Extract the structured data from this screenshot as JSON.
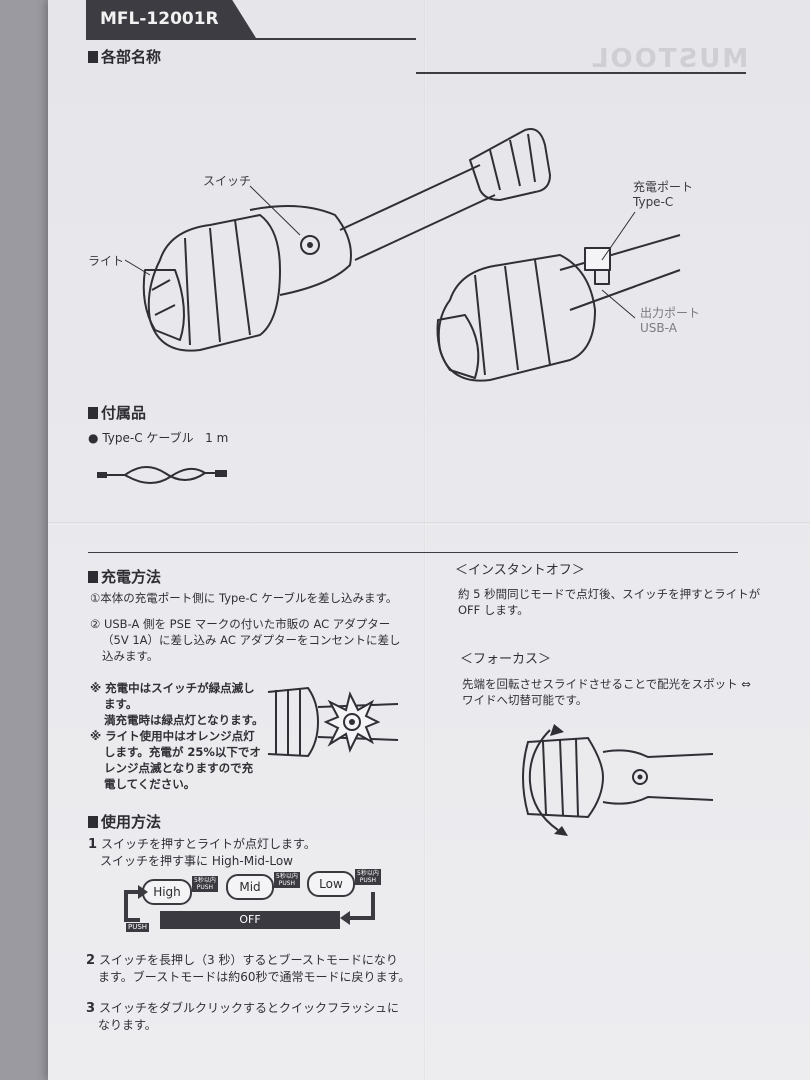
{
  "header": {
    "model": "MFL-12001R"
  },
  "parts": {
    "title": "各部名称",
    "switch_label": "スイッチ",
    "light_label": "ライト",
    "charge_port_label": "充電ポート",
    "charge_port_type": "Type-C",
    "output_port_label": "出力ポート",
    "output_port_type": "USB-A"
  },
  "accessories": {
    "title": "付属品",
    "item": "Type-C ケーブル",
    "length": "1 m"
  },
  "charging": {
    "title": "充電方法",
    "step1": "①本体の充電ポート側に Type-C ケーブルを差し込みます。",
    "step2_line1": "② USB-A 側を PSE マークの付いた市販の AC アダプター",
    "step2_line2": "（5V 1A）に差し込み AC アダプターをコンセントに差し",
    "step2_line3": "込みます。",
    "note1_line1": "※ 充電中はスイッチが緑点滅し",
    "note1_line2": "ます。",
    "note1_line3": "満充電時は緑点灯となります。",
    "note2_line1": "※ ライト使用中はオレンジ点灯",
    "note2_line2": "します。充電が 25%以下でオ",
    "note2_line3": "レンジ点滅となりますので充",
    "note2_line4": "電してください。"
  },
  "usage": {
    "title": "使用方法",
    "step1_num": "1",
    "step1_line1": "スイッチを押すとライトが点灯します。",
    "step1_line2": "スイッチを押す事に High-Mid-Low",
    "mode_high": "High",
    "mode_mid": "Mid",
    "mode_low": "Low",
    "push": "PUSH",
    "within5s": "5秒以内",
    "off": "OFF",
    "step2_num": "2",
    "step2_line1": "スイッチを長押し（3 秒）するとブーストモードになり",
    "step2_line2": "ます。ブーストモードは約60秒で通常モードに戻ります。",
    "step3_num": "3",
    "step3_line1": "スイッチをダブルクリックするとクイックフラッシュに",
    "step3_line2": "なります。"
  },
  "instant_off": {
    "title": "＜インスタントオフ＞",
    "line1": "約 5 秒間同じモードで点灯後、スイッチを押すとライトが",
    "line2": "OFF します。"
  },
  "focus": {
    "title": "＜フォーカス＞",
    "line1": "先端を回転させスライドさせることで配光をスポット ⇔",
    "line2": "ワイドへ切替可能です。"
  }
}
